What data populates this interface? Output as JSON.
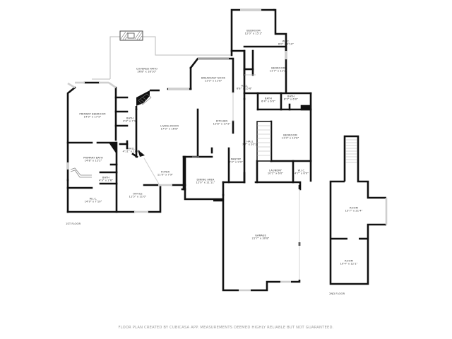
{
  "floors": [
    {
      "id": "floor1",
      "label": "1st Floor"
    },
    {
      "id": "floor2",
      "label": "2nd Floor"
    }
  ],
  "rooms": {
    "covered_patio": {
      "name": "Covered Patio",
      "dims": "26'8\" x 18'10\""
    },
    "breakfast_nook": {
      "name": "Breakfast Nook",
      "dims": "11'0\" x 11'8\""
    },
    "bedroom_1": {
      "name": "Bedroom",
      "dims": "12'0\" x 15'1\""
    },
    "wic_1": {
      "name": "W.I.C.",
      "dims": "6'0\" x 3'10\""
    },
    "bedroom_2": {
      "name": "Bedroom",
      "dims": "11'7\" x 11'2\""
    },
    "hall_1": {
      "name": "Hall",
      "dims": "6'8\" x 15'6\""
    },
    "bath_1": {
      "name": "Bath",
      "dims": "6'4\" x 6'0\""
    },
    "bath_2": {
      "name": "Bath",
      "dims": "8'5\" x 6'0\""
    },
    "bedroom_3": {
      "name": "Bedroom",
      "dims": "11'0\" x 12'8\""
    },
    "hall_2": {
      "name": "Hall",
      "dims": "7'7\" x 20'1\""
    },
    "pantry": {
      "name": "Pantry",
      "dims": "4'0\" x 9'0\""
    },
    "laundry": {
      "name": "Laundry",
      "dims": "10'1\" x 6'0\""
    },
    "wic_2": {
      "name": "W.I.C.",
      "dims": "4'7\" x 6'0\""
    },
    "kitchen": {
      "name": "Kitchen",
      "dims": "12'8\" x 17'2\""
    },
    "living_room": {
      "name": "Living Room",
      "dims": "17'0\" x 16'8\""
    },
    "primary_bedroom": {
      "name": "Primary Bedroom",
      "dims": "14'9\" x 17'5\""
    },
    "bath_3": {
      "name": "Bath",
      "dims": "4'6\" x 7'9\""
    },
    "hall_3": {
      "name": "Hall",
      "dims": "4'11\" x 10'0\""
    },
    "primary_bath": {
      "name": "Primary Bath",
      "dims": "14'8\" x 12'2\""
    },
    "bath_4": {
      "name": "Bath",
      "dims": "4'9\" x 2'6\""
    },
    "wic_3": {
      "name": "W.I.C.",
      "dims": "14'9\" x 7'10\""
    },
    "office": {
      "name": "Office",
      "dims": "11'5\" x 11'0\""
    },
    "foyer": {
      "name": "Foyer",
      "dims": "11'0\" x 7'9\""
    },
    "dining_area": {
      "name": "Dining Area",
      "dims": "12'0\" x 11'11\""
    },
    "garage": {
      "name": "Garage",
      "dims": "21'7\" x 30'8\""
    },
    "room_1": {
      "name": "Room",
      "dims": "15'7\" x 21'4\""
    },
    "room_2": {
      "name": "Room",
      "dims": "10'4\" x 12'1\""
    }
  },
  "footer": {
    "disclaimer": "Floor plan created by CubiCasa App. Measurements deemed highly reliable but not guaranteed."
  },
  "colors": {
    "wall": "#111111",
    "window": "#cfcfcf",
    "thin_line": "#bbbbbb",
    "label": "#333333",
    "footer": "#9a9a9a"
  }
}
